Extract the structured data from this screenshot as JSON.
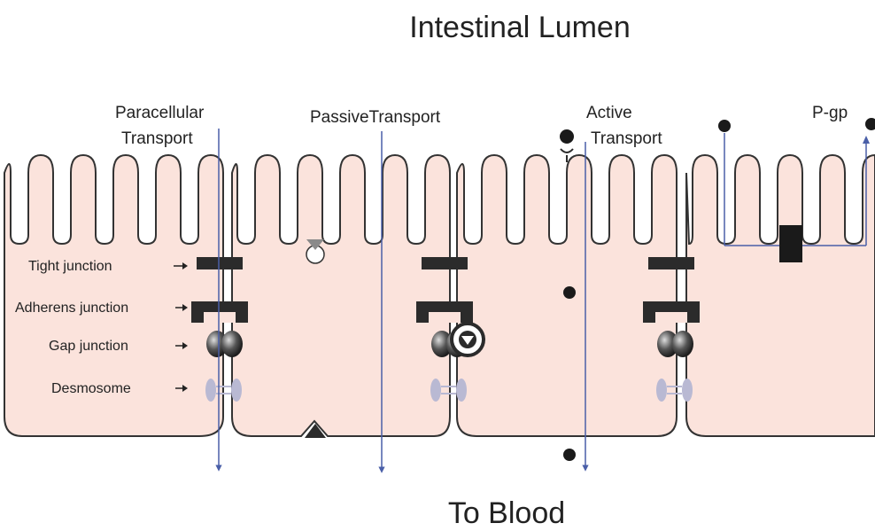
{
  "diagram": {
    "title_top": "Intestinal Lumen",
    "title_bottom": "To Blood",
    "pathways": {
      "paracellular_line1": "Paracellular",
      "paracellular_line2": "Transport",
      "passive": "PassiveTransport",
      "active_line1": "Active",
      "active_line2": "Transport",
      "pgp": "P-gp"
    },
    "junctions": {
      "tight": "Tight junction",
      "adherens": "Adherens junction",
      "gap": "Gap junction",
      "desmosome": "Desmosome"
    },
    "colors": {
      "cell_fill": "#fbe3dc",
      "cell_stroke": "#333333",
      "arrow_line": "#4a5fa8",
      "junction_dark": "#2b2b2b",
      "desmosome": "#b9b9d3"
    }
  }
}
